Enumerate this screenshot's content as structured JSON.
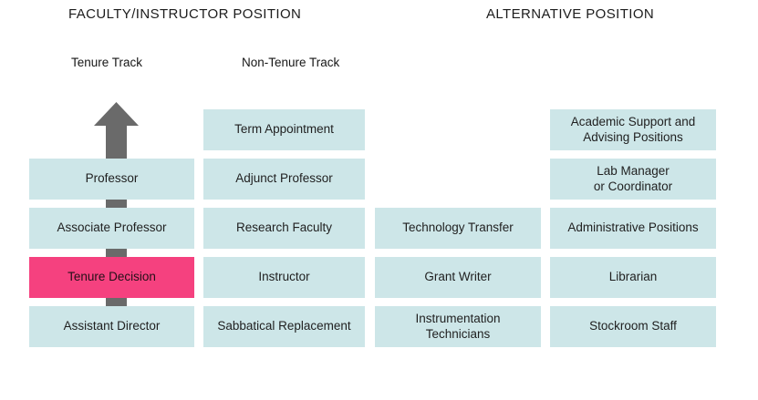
{
  "diagram": {
    "headers": {
      "faculty": "FACULTY/INSTRUCTOR POSITION",
      "alternative": "ALTERNATIVE POSITION"
    },
    "subheaders": {
      "tenure_track": "Tenure Track",
      "non_tenure_track": "Non-Tenure Track"
    },
    "colors": {
      "box_blue": "#cde6e8",
      "highlight_pink": "#f5417f",
      "arrow_gray": "#6a6a6a",
      "text": "#1d1d1d"
    },
    "icons": {
      "up_arrow": "up-arrow"
    },
    "columns": [
      {
        "id": "tenure-track",
        "boxes": [
          {
            "label": "Professor"
          },
          {
            "label": "Associate Professor"
          },
          {
            "label": "Tenure Decision",
            "highlight": true
          },
          {
            "label": "Assistant Director"
          }
        ]
      },
      {
        "id": "non-tenure-track",
        "boxes": [
          {
            "label": "Term Appointment"
          },
          {
            "label": "Adjunct Professor"
          },
          {
            "label": "Research Faculty"
          },
          {
            "label": "Instructor"
          },
          {
            "label": "Sabbatical Replacement"
          }
        ]
      },
      {
        "id": "alternative-left",
        "boxes": [
          {
            "label": "Technology Transfer"
          },
          {
            "label": "Grant Writer"
          },
          {
            "label": "Instrumentation\nTechnicians"
          }
        ]
      },
      {
        "id": "alternative-right",
        "boxes": [
          {
            "label": "Academic Support and\nAdvising Positions"
          },
          {
            "label": "Lab Manager\nor Coordinator"
          },
          {
            "label": "Administrative Positions"
          },
          {
            "label": "Librarian"
          },
          {
            "label": "Stockroom Staff"
          }
        ]
      }
    ]
  }
}
